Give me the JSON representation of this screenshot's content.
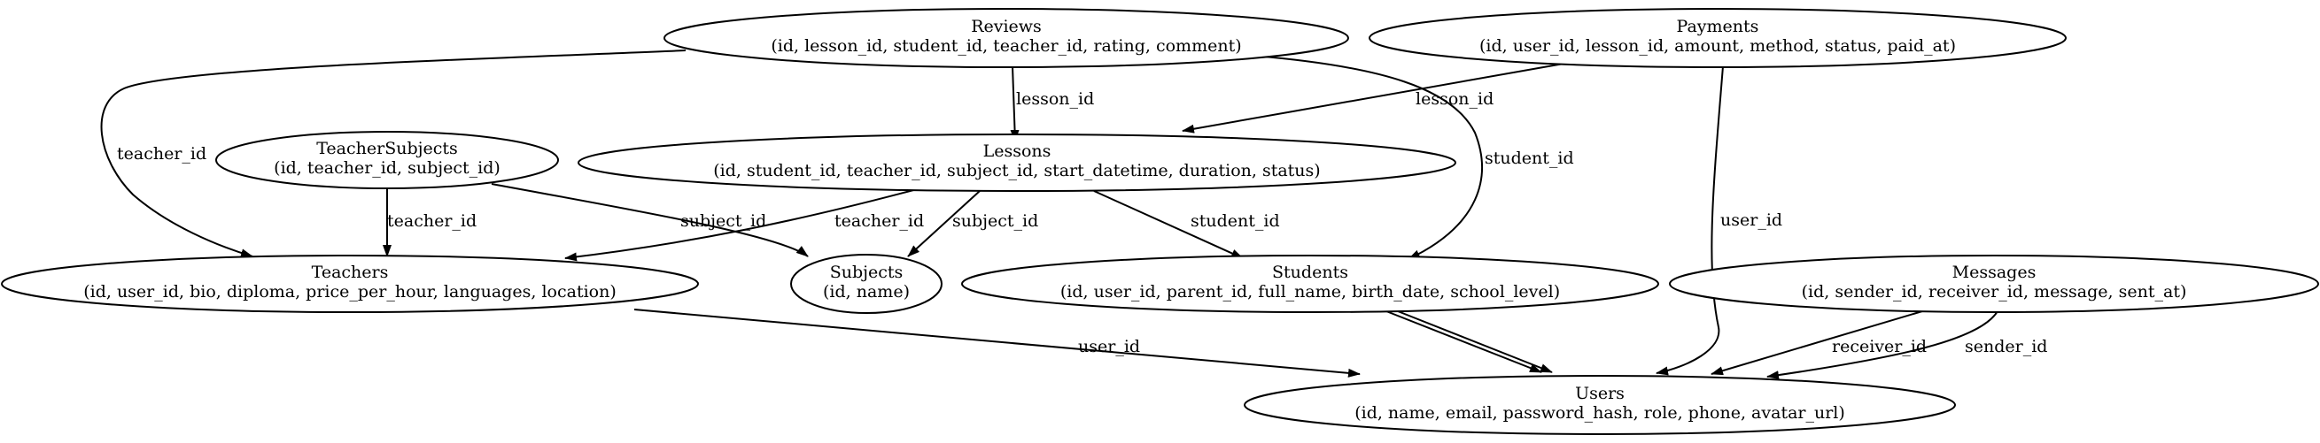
{
  "nodes": {
    "reviews": {
      "name": "Reviews",
      "fields": "(id, lesson_id, student_id, teacher_id, rating, comment)"
    },
    "payments": {
      "name": "Payments",
      "fields": "(id, user_id, lesson_id, amount, method, status, paid_at)"
    },
    "teachersubjects": {
      "name": "TeacherSubjects",
      "fields": "(id, teacher_id, subject_id)"
    },
    "lessons": {
      "name": "Lessons",
      "fields": "(id, student_id, teacher_id, subject_id, start_datetime, duration, status)"
    },
    "teachers": {
      "name": "Teachers",
      "fields": "(id, user_id, bio, diploma, price_per_hour, languages, location)"
    },
    "subjects": {
      "name": "Subjects",
      "fields": "(id, name)"
    },
    "students": {
      "name": "Students",
      "fields": "(id, user_id, parent_id, full_name, birth_date, school_level)"
    },
    "messages": {
      "name": "Messages",
      "fields": "(id, sender_id, receiver_id, message, sent_at)"
    },
    "users": {
      "name": "Users",
      "fields": "(id, name, email, password_hash, role, phone, avatar_url)"
    }
  },
  "edges": {
    "reviews_teachers": "teacher_id",
    "reviews_lessons": "lesson_id",
    "reviews_students": "student_id",
    "payments_lessons": "lesson_id",
    "payments_users": "user_id",
    "teachersubjects_teachers": "teacher_id",
    "teachersubjects_subjects": "subject_id",
    "lessons_teachers": "teacher_id",
    "lessons_subjects": "subject_id",
    "lessons_students": "student_id",
    "teachers_users": "user_id",
    "messages_users_receiver": "receiver_id",
    "messages_users_sender": "sender_id"
  }
}
